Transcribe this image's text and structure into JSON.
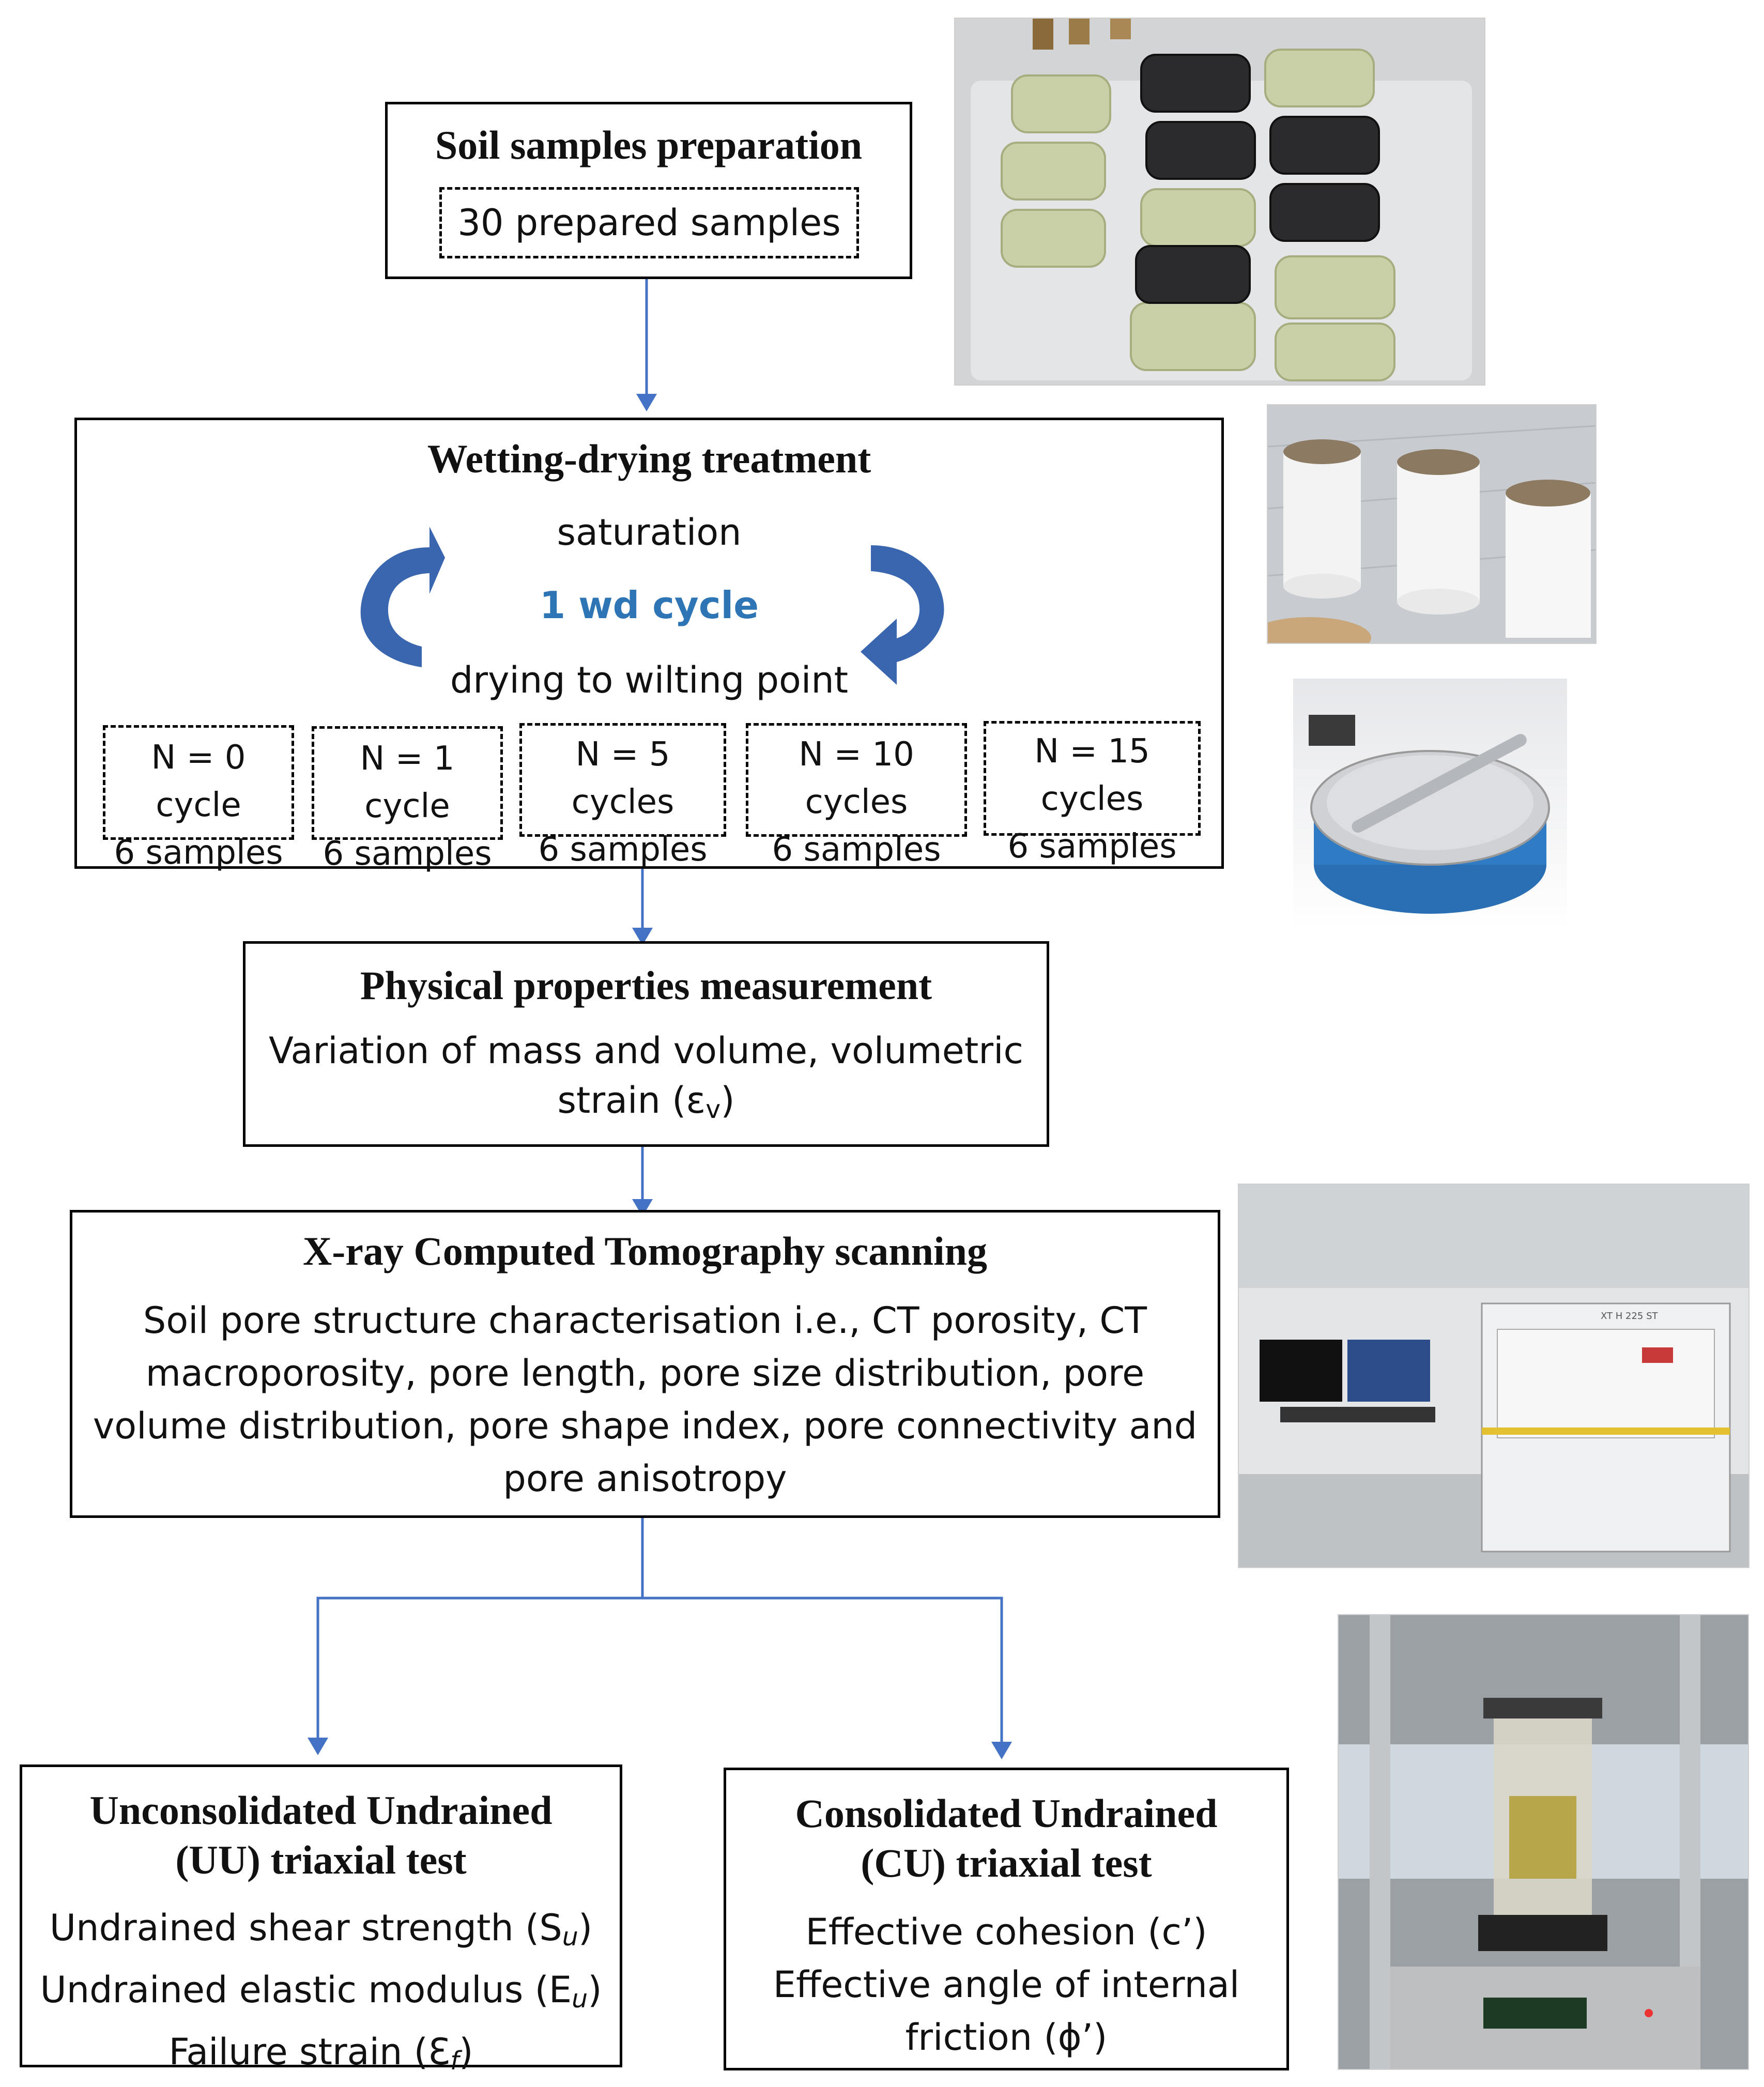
{
  "prep": {
    "title": "Soil samples preparation",
    "note": "30 prepared samples"
  },
  "wd": {
    "title": "Wetting-drying treatment",
    "top": "saturation",
    "cycle": "1 wd cycle",
    "bottom": "drying to wilting point",
    "groups": [
      {
        "label": "N = 0 cycle",
        "samples": "6 samples"
      },
      {
        "label": "N = 1 cycle",
        "samples": "6 samples"
      },
      {
        "label": "N = 5 cycles",
        "samples": "6 samples"
      },
      {
        "label": "N = 10 cycles",
        "samples": "6 samples"
      },
      {
        "label": "N = 15 cycles",
        "samples": "6 samples"
      }
    ]
  },
  "phys": {
    "title": "Physical properties measurement",
    "line1": "Variation of mass and volume, volumetric",
    "line2_prefix": "strain (ε",
    "line2_sub": "v",
    "line2_suffix": ")"
  },
  "ct": {
    "title": "X-ray Computed Tomography scanning",
    "lines": [
      "Soil pore structure characterisation i.e., CT porosity, CT",
      "macroporosity, pore length, pore size distribution, pore",
      "volume distribution, pore shape index, pore connectivity and",
      "pore anisotropy"
    ]
  },
  "uu": {
    "title1": "Unconsolidated Undrained",
    "title2": "(UU) triaxial test",
    "l1_prefix": "Undrained shear strength (S",
    "l1_sub": "u",
    "l1_suffix": ")",
    "l2_prefix": "Undrained elastic modulus (E",
    "l2_sub": "u",
    "l2_suffix": ")",
    "l3_prefix": "Failure strain (Ɛ",
    "l3_sub": "f",
    "l3_suffix": ")"
  },
  "cu": {
    "title1": "Consolidated Undrained",
    "title2": "(CU) triaxial test",
    "lines": [
      "Effective cohesion (c’)",
      "Effective angle of internal",
      "friction (ϕ’)"
    ]
  },
  "xct_label": "XT H 225 ST",
  "colors": {
    "arrow": "#4472c4",
    "cycle_text": "#2e75b6",
    "cycle_arrow": "#3a66b0"
  }
}
